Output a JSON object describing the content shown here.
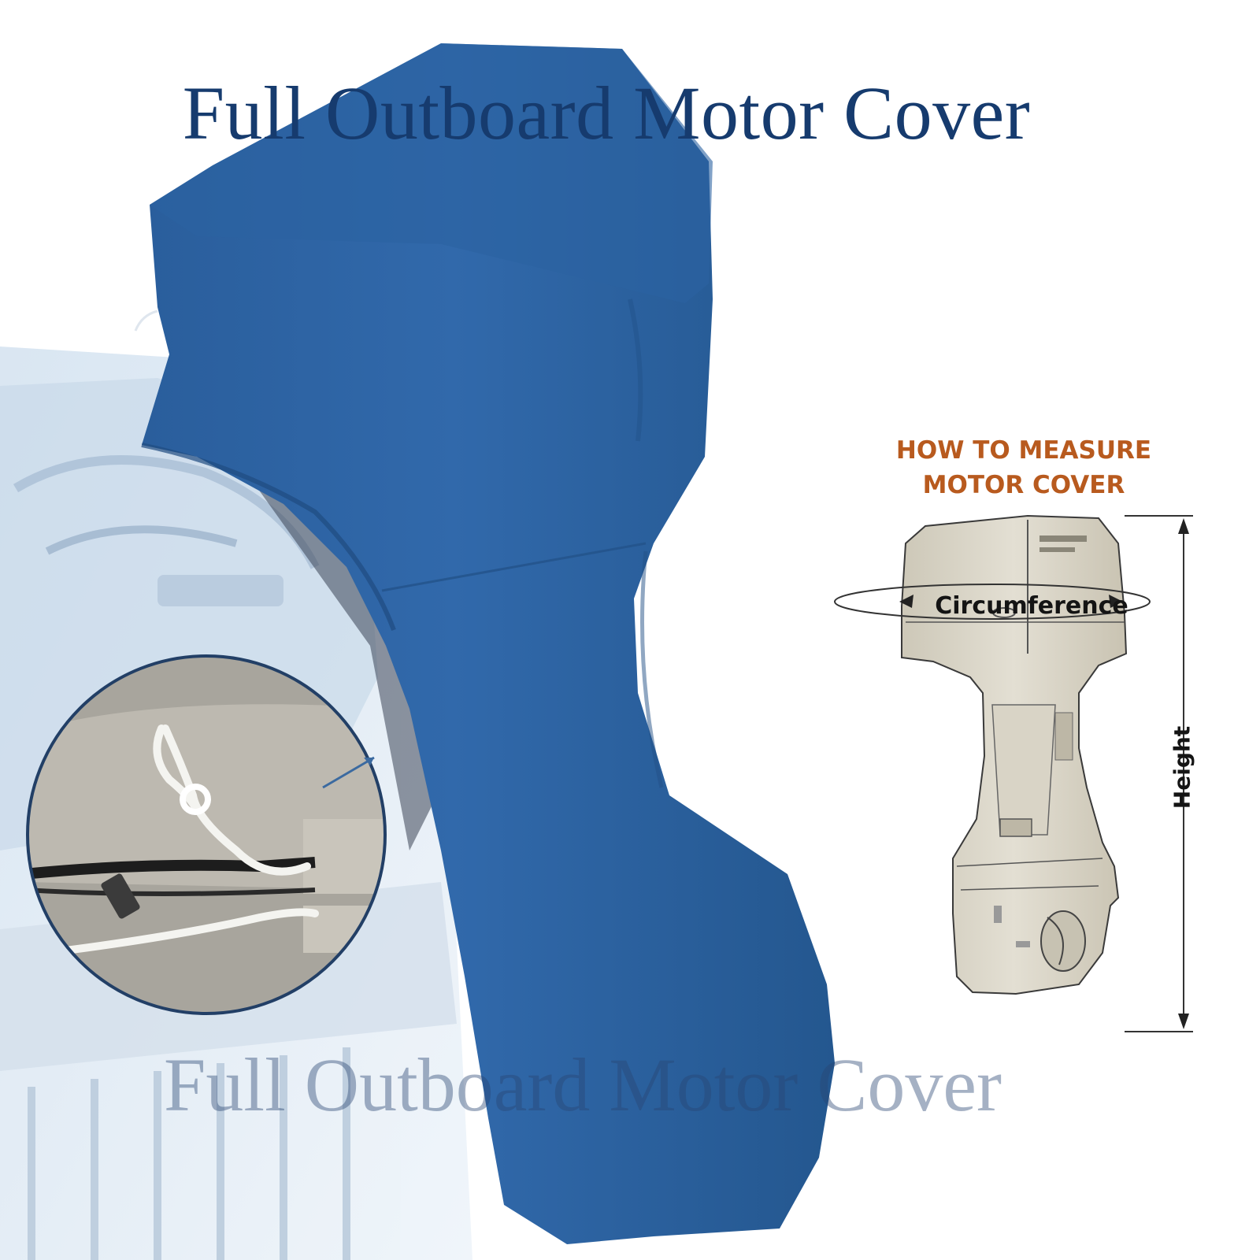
{
  "product": {
    "title": "Full Outboard Motor Cover",
    "watermark_title": "Full Outboard Motor Cover",
    "cover_color": "#2f68a9"
  },
  "measure_guide": {
    "heading_line1": "HOW TO MEASURE",
    "heading_line2": "MOTOR COVER",
    "circumference_label": "Circumference",
    "height_label": "Height",
    "heading_color": "#b85a1e"
  },
  "detail_inset": {
    "icon": "zipper-drawstring-closeup"
  }
}
